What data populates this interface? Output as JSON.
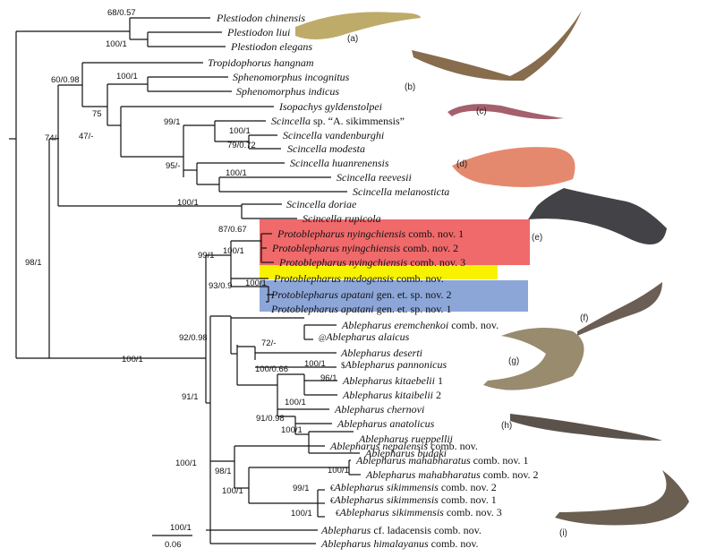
{
  "taxa": [
    {
      "label": "Plestiodon chinensis",
      "prefix": ""
    },
    {
      "label": "Plestiodon liui",
      "prefix": ""
    },
    {
      "label": "Plestiodon elegans",
      "prefix": ""
    },
    {
      "label": "Tropidophorus hangnam",
      "prefix": ""
    },
    {
      "label": "Sphenomorphus incognitus",
      "prefix": ""
    },
    {
      "label": "Sphenomorphus indicus",
      "prefix": ""
    },
    {
      "label": "Isopachys gyldenstolpei",
      "prefix": ""
    },
    {
      "label": "Scincella",
      "suffix": " sp. “A. sikimmensis”",
      "prefix": ""
    },
    {
      "label": "Scincella vandenburghi",
      "prefix": ""
    },
    {
      "label": "Scincella modesta",
      "prefix": ""
    },
    {
      "label": "Scincella huanrenensis",
      "prefix": ""
    },
    {
      "label": "Scincella reevesii",
      "prefix": ""
    },
    {
      "label": "Scincella melanosticta",
      "prefix": ""
    },
    {
      "label": "Scincella doriae",
      "prefix": ""
    },
    {
      "label": "Scincella rupicola",
      "prefix": ""
    },
    {
      "label": "Protoblepharus nyingchiensis",
      "suffix": " comb. nov. 1",
      "prefix": ""
    },
    {
      "label": "Protoblepharus nyingchiensis",
      "suffix": " comb. nov. 2",
      "prefix": ""
    },
    {
      "label": "Protoblepharus nyingchiensis",
      "suffix": " comb. nov. 3",
      "prefix": ""
    },
    {
      "label": "Protoblepharus medogensis",
      "suffix": " comb. nov.",
      "prefix": ""
    },
    {
      "label": "Protoblepharus apatani",
      "suffix": " gen. et. sp. nov. 2",
      "prefix": ""
    },
    {
      "label": "Protoblepharus apatani",
      "suffix": " gen. et. sp. nov. 1",
      "prefix": ""
    },
    {
      "label": "Ablepharus eremchenkoi",
      "suffix": " comb. nov.",
      "prefix": ""
    },
    {
      "label": "Ablepharus alaicus",
      "prefix": "@"
    },
    {
      "label": "Ablepharus deserti",
      "prefix": ""
    },
    {
      "label": "Ablepharus pannonicus",
      "prefix": "$"
    },
    {
      "label": "Ablepharus kitaebelii",
      "suffix": " 1",
      "prefix": ""
    },
    {
      "label": "Ablepharus kitaibelii",
      "suffix": " 2",
      "prefix": ""
    },
    {
      "label": "Ablepharus chernovi",
      "prefix": ""
    },
    {
      "label": "Ablepharus anatolicus",
      "prefix": ""
    },
    {
      "label": "Ablepharus rueppellii",
      "prefix": ""
    },
    {
      "label": "Ablepharus budaki",
      "prefix": ""
    },
    {
      "label": "Ablepharus nepalensis",
      "suffix": " comb. nov.",
      "prefix": ""
    },
    {
      "label": "Ablepharus mahabharatus",
      "suffix": " comb. nov. 1",
      "prefix": ""
    },
    {
      "label": "Ablepharus mahabharatus",
      "suffix": " comb. nov. 2",
      "prefix": ""
    },
    {
      "label": "Ablepharus sikimmensis",
      "suffix": " comb. nov. 2",
      "prefix": "€"
    },
    {
      "label": "Ablepharus sikimmensis",
      "suffix": " comb. nov. 1",
      "prefix": "€"
    },
    {
      "label": "Ablepharus sikimmensis",
      "suffix": " comb. nov. 3",
      "prefix": "€"
    },
    {
      "label": "Ablepharus",
      "suffix": " cf. ladacensis comb. nov.",
      "prefix": ""
    },
    {
      "label": "Ablepharus himalayanus",
      "suffix": " comb. nov.",
      "prefix": ""
    }
  ],
  "supports": [
    "68/0.57",
    "100/1",
    "60/0.98",
    "100/1",
    "75",
    "47/-",
    "99/1",
    "100/1",
    "79/0.72",
    "95/-",
    "100/1",
    "74/-",
    "100/1",
    "87/0.67",
    "100/1",
    "99/1",
    "93/0.9",
    "100/1",
    "98/1",
    "100/1",
    "92/0.98",
    "72/-",
    "100/0.66",
    "100/1",
    "96/1",
    "100/1",
    "91/1",
    "91/0.98",
    "100/1",
    "100/1",
    "98/1",
    "100/1",
    "99/1",
    "100/1",
    "100/1",
    "100/1"
  ],
  "figure_labels": [
    "(a)",
    "(b)",
    "(c)",
    "(d)",
    "(e)",
    "(f)",
    "(g)",
    "(h)",
    "(i)"
  ],
  "scale_bar": "0.06",
  "colors": {
    "highlight_red": "#f0696b",
    "highlight_yellow": "#f8f200",
    "highlight_blue": "#8ca6d8"
  }
}
